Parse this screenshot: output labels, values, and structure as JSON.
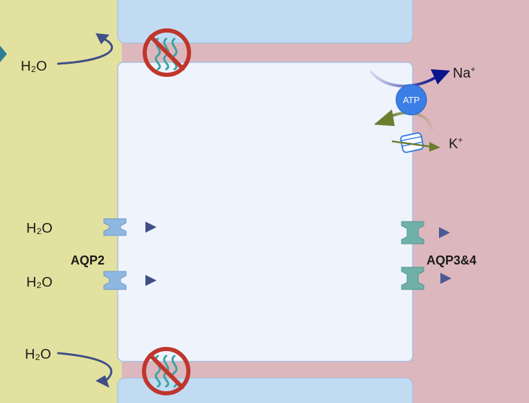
{
  "diagram": {
    "colors": {
      "lumen": "#e3e19f",
      "interstitium": "#dcb7bd",
      "cell_body": "#eef3fc",
      "cell_neighbor": "#c1dbf3",
      "cell_border": "#a9bfdc",
      "arrow_blue": "#3f4f86",
      "pump_blue": "#3b7ee6",
      "na_arrow": "#0c148e",
      "k_arrow": "#6b7d2f",
      "aqp2_channel": "#8eb7e2",
      "aqp34_channel": "#6fb1a9",
      "prohibit_red": "#c0362c"
    },
    "labels": {
      "water_top": "H₂O",
      "water_aqp2_upper": "H₂O",
      "water_aqp2_lower": "H₂O",
      "water_bottom": "H₂O",
      "aqp2": "AQP2",
      "aqp34": "AQP3&4",
      "sodium_base": "Na",
      "sodium_sup": "+",
      "potassium_base": "K",
      "potassium_sup": "+",
      "atp": "ATP"
    },
    "icons": {
      "tight_junction_blocked": "no-entry-sign-icon",
      "pump": "na-k-atpase-icon",
      "channel": "aquaporin-icon"
    }
  }
}
